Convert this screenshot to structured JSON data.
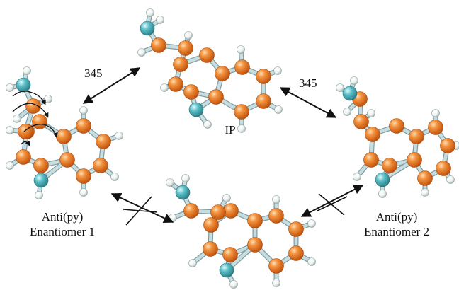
{
  "labels": {
    "ip": "IP",
    "anti_py_1": "Anti(py)",
    "enantiomer_1": "Enantiomer 1",
    "anti_py_2": "Anti(py)",
    "enantiomer_2": "Enantiomer 2",
    "barrier_left": "345",
    "barrier_right": "345"
  },
  "colors": {
    "carbon": "#f07a25",
    "nitrogen": "#4fb3bd",
    "hydrogen": "#f4f8f6",
    "bond": "#c8dde0",
    "arrow": "#111111",
    "background": "#ffffff"
  },
  "legend": []
}
